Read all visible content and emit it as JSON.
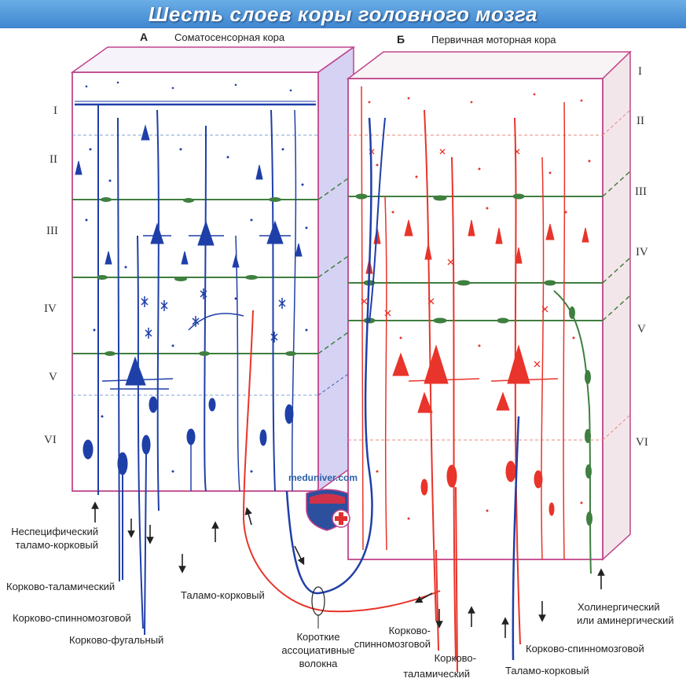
{
  "title": "Шесть слоев коры головного мозга",
  "panel_a": {
    "letter": "А",
    "name": "Соматосенсорная кора",
    "layers": [
      "I",
      "II",
      "III",
      "IV",
      "V",
      "VI"
    ]
  },
  "panel_b": {
    "letter": "Б",
    "name": "Первичная моторная кора",
    "layers": [
      "I",
      "II",
      "III",
      "IV",
      "V",
      "VI"
    ]
  },
  "labels": {
    "nonspecific_1": "Неспецифический",
    "nonspecific_2": "таламо-корковый",
    "cortico_thalamic": "Корково-таламический",
    "cortico_spinal": "Корково-спинномозговой",
    "cortico_fugal": "Корково-фугальный",
    "thalamo_cortical_a": "Таламо-корковый",
    "short_assoc_1": "Короткие",
    "short_assoc_2": "ассоциативные",
    "short_assoc_3": "волокна",
    "b_spinal_1": "Корково-",
    "b_spinal_2": "спинномозговой",
    "b_thalamic_1": "Корково-",
    "b_thalamic_2": "таламический",
    "b_spinal_right": "Корково-спинномозговой",
    "b_thalamo_cortical": "Таламо-корковый",
    "cholinergic_1": "Холинергический",
    "cholinergic_2": "или аминергический"
  },
  "watermark": "meduniver.com",
  "colors": {
    "blue_neurons": "#1f3fa8",
    "red_neurons": "#e8342a",
    "green_fibers": "#3f7f3f",
    "box_outline": "#c0458a",
    "side_panel": "#c9c6f0",
    "banner": "#4a8fd6"
  }
}
